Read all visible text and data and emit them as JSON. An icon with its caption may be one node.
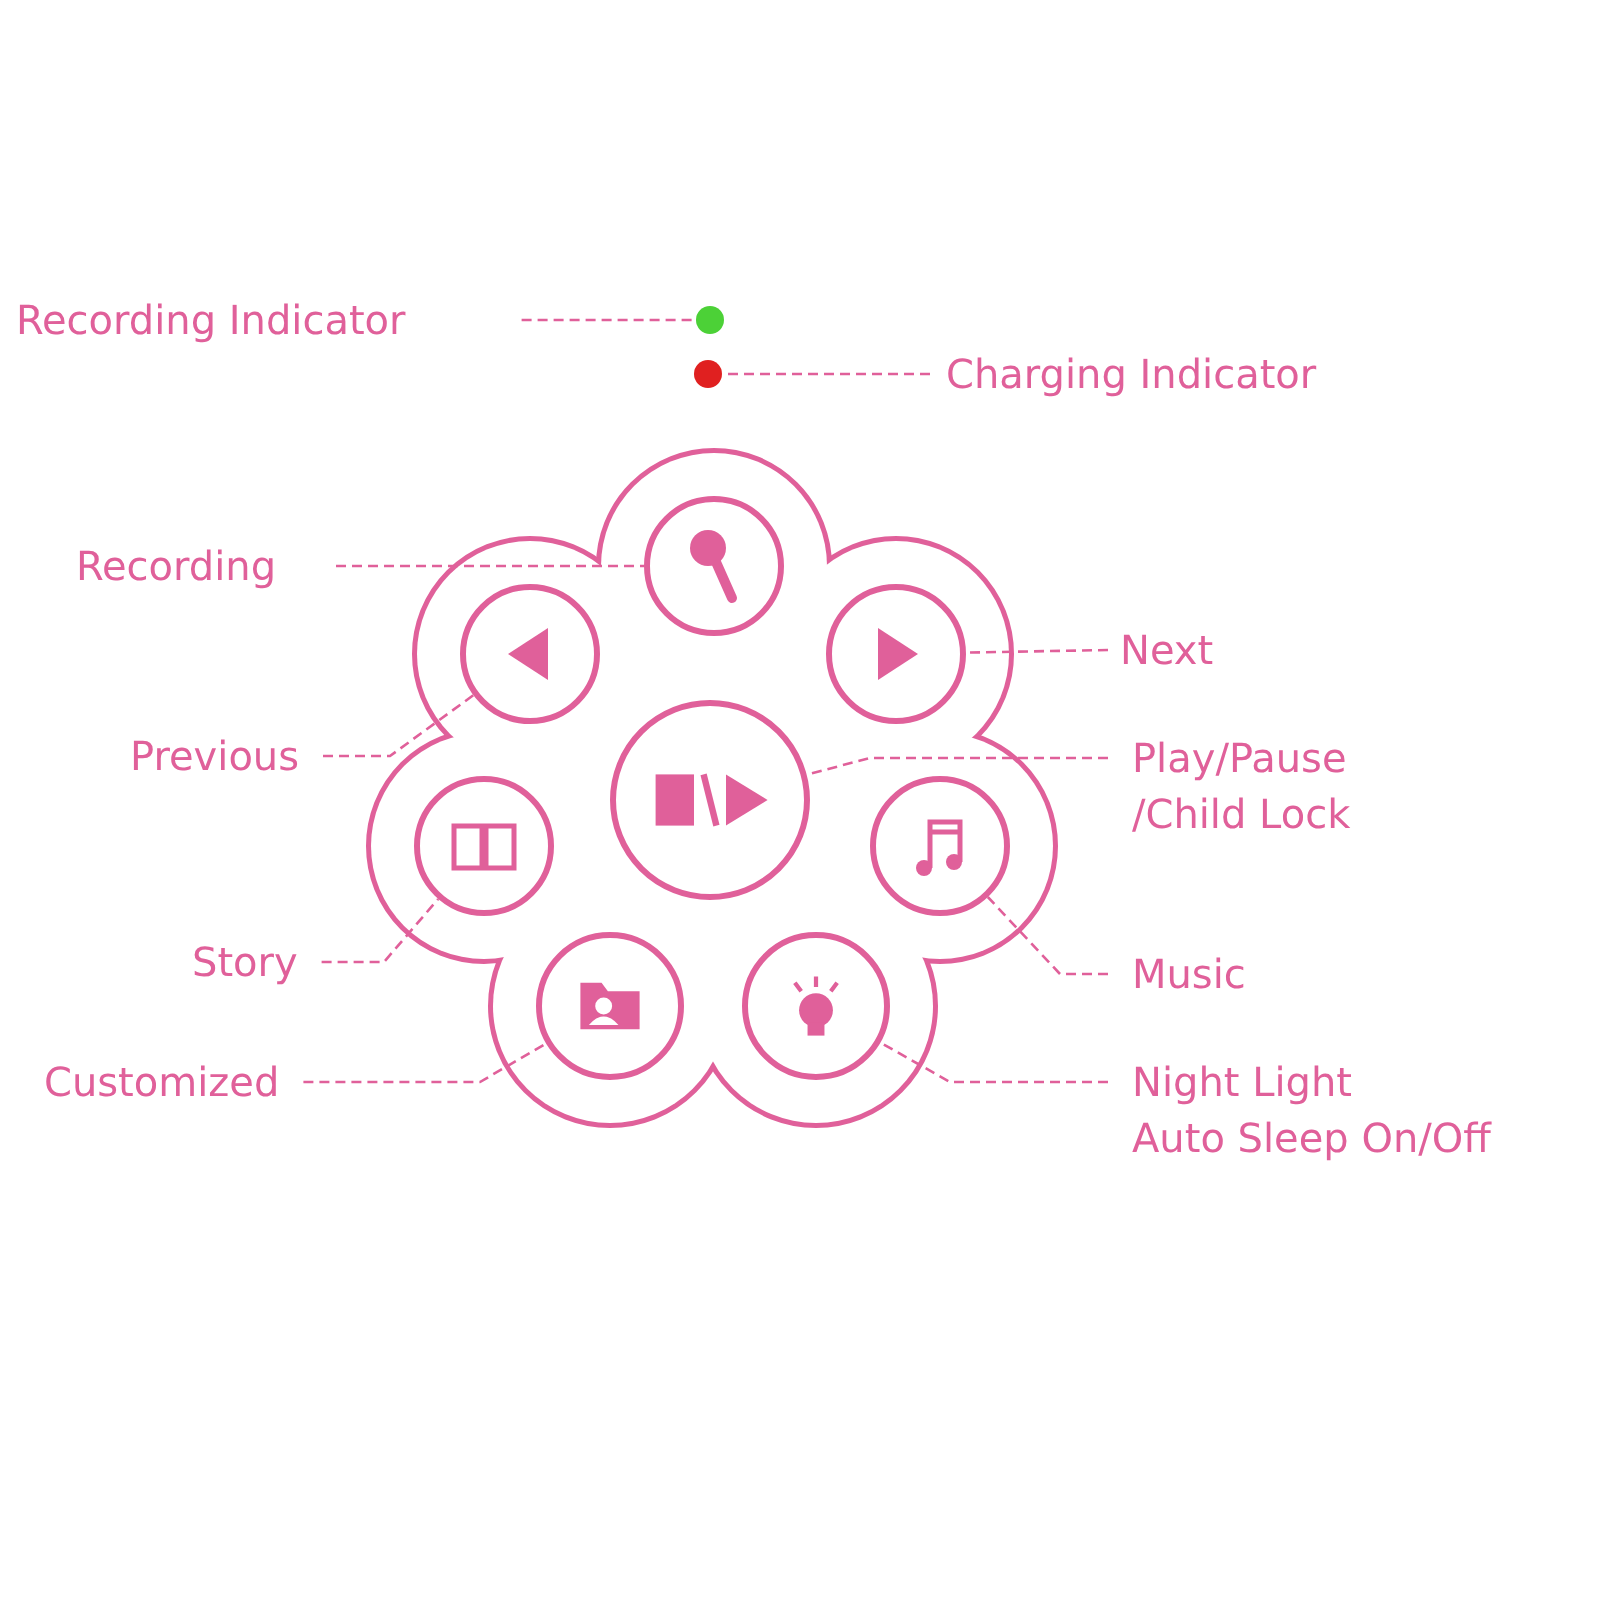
{
  "diagram": {
    "nodes": [
      {
        "text": [
          "Recording Indicator"
        ]
      },
      {
        "text": [],
        "shape": "circle"
      },
      {
        "text": [],
        "shape": "circle"
      },
      {
        "text": [
          "Charging Indicator"
        ]
      },
      {
        "text": [
          "Recording"
        ]
      },
      {
        "text": [],
        "shape": "circle"
      },
      {
        "text": [
          "Next"
        ]
      },
      {
        "text": [],
        "shape": "circle"
      },
      {
        "text": [
          "Previous"
        ]
      },
      {
        "text": [],
        "shape": "circle"
      },
      {
        "text": [
          "Play/Pause /Child Lock"
        ]
      },
      {
        "text": [],
        "shape": "circle"
      },
      {
        "text": [
          "Story"
        ]
      },
      {
        "text": [],
        "shape": "circle"
      },
      {
        "text": [
          "Music"
        ]
      },
      {
        "text": [],
        "shape": "circle"
      },
      {
        "text": [
          "Customized"
        ]
      },
      {
        "text": [],
        "shape": "circle"
      },
      {
        "text": [
          "Night Light",
          "Auto Sleep On/Off"
        ]
      },
      {
        "text": [],
        "shape": "circle"
      }
    ],
    "edges": [
      {
        "from": 0,
        "to": 1,
        "arrow": "none",
        "style": "dashed"
      },
      {
        "from": 3,
        "to": 2,
        "arrow": "none",
        "style": "dashed"
      },
      {
        "from": 4,
        "to": 5,
        "arrow": "none",
        "style": "dashed"
      },
      {
        "from": 6,
        "to": 7,
        "arrow": "none",
        "style": "dashed"
      },
      {
        "from": 8,
        "to": 9,
        "arrow": "none",
        "style": "dashed"
      },
      {
        "from": 10,
        "to": 11,
        "arrow": "none",
        "style": "dashed"
      },
      {
        "from": 12,
        "to": 13,
        "arrow": "none",
        "style": "dashed"
      },
      {
        "from": 14,
        "to": 15,
        "arrow": "none",
        "style": "dashed"
      },
      {
        "from": 16,
        "to": 17,
        "arrow": "none",
        "style": "dashed"
      },
      {
        "from": 18,
        "to": 19,
        "arrow": "none",
        "style": "dashed"
      }
    ]
  }
}
